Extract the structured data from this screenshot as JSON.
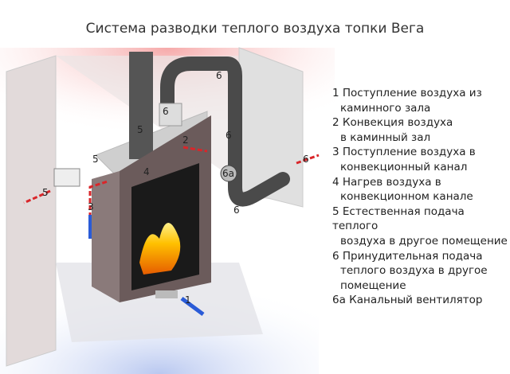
{
  "title": "Система разводки теплого воздуха топки Вега",
  "legend": [
    {
      "line1": "1 Поступление воздуха из",
      "line2": "каминного зала"
    },
    {
      "line1": "2 Конвекция воздуха",
      "line2": "в каминный зал"
    },
    {
      "line1": "3 Поступление воздуха в",
      "line2": "конвекционный канал"
    },
    {
      "line1": "4 Нагрев воздуха в",
      "line2": "конвекционном канале"
    },
    {
      "line1": "5 Естественная подача теплого",
      "line2": "воздуха в другое помещение"
    },
    {
      "line1": "6 Принудительная подача",
      "line2": "теплого воздуха в другое",
      "line3": "помещение"
    },
    {
      "line1": "6а  Канальный вентилятор"
    }
  ],
  "markers": {
    "m1": "1",
    "m2": "2",
    "m3": "3",
    "m4": "4",
    "m5a": "5",
    "m5b": "5",
    "m5c": "5",
    "m6a": "6",
    "m6b": "6",
    "m6c": "6",
    "m6d": "6",
    "m6e": "6",
    "m6f": "6а"
  },
  "colors": {
    "hot": "#d9262a",
    "cold": "#2a5bd7",
    "duct": "#4a4a4a",
    "wall": "#d8d8d8"
  }
}
